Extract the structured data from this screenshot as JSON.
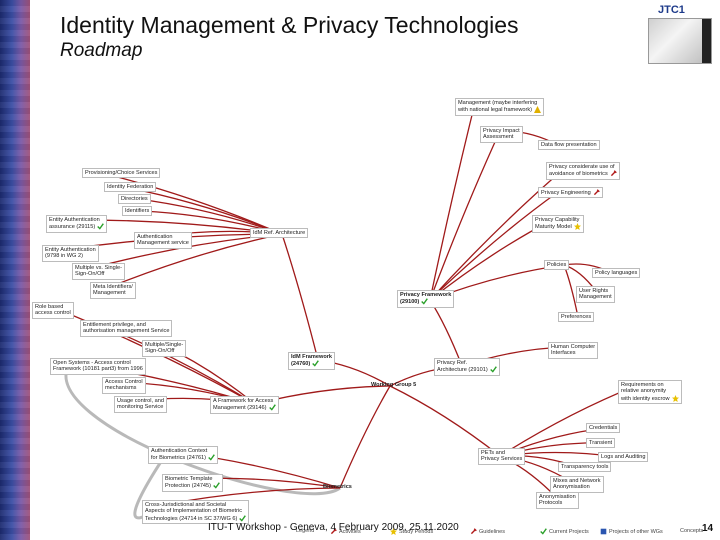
{
  "header": {
    "title": "Identity Management & Privacy Technologies",
    "subtitle": "Roadmap",
    "logo_text": "JTC1"
  },
  "nodes": [
    {
      "id": "n1",
      "text": "Management (maybe interfering\nwith national legal framework)",
      "icon": "warning"
    },
    {
      "id": "n2",
      "text": "Privacy Impact\nAssessment"
    },
    {
      "id": "n3",
      "text": "Data flow presentation"
    },
    {
      "id": "n4",
      "text": "Privacy considerate use of\navoidance of biometrics",
      "icon": "pin"
    },
    {
      "id": "n5",
      "text": "Privacy Engineering",
      "icon": "pin"
    },
    {
      "id": "n6",
      "text": "Privacy Capability\nMaturity Model",
      "icon": "star"
    },
    {
      "id": "n7",
      "text": "Provisioning/Choice Services"
    },
    {
      "id": "n8",
      "text": "Identity Federation"
    },
    {
      "id": "n9",
      "text": "Directories"
    },
    {
      "id": "n10",
      "text": "Identifiers"
    },
    {
      "id": "n11",
      "text": "Entity Authentication\nassurance (29115)",
      "icon": "check"
    },
    {
      "id": "n12",
      "text": "Authentication\nManagement service"
    },
    {
      "id": "n13",
      "text": "IdM Ref. Architecture"
    },
    {
      "id": "n14",
      "text": "Entity Authentication\n(9798 in WG 2)"
    },
    {
      "id": "n15",
      "text": "Multiple vs. Single-\nSign-On/Off"
    },
    {
      "id": "n16",
      "text": "Meta Identifiers/\nManagement"
    },
    {
      "id": "n17",
      "text": "Policies"
    },
    {
      "id": "n18",
      "text": "Policy languages"
    },
    {
      "id": "n19",
      "text": "User Rights\nManagement"
    },
    {
      "id": "n20",
      "text": "Privacy Framework\n(29100)",
      "bold": true,
      "icon": "check"
    },
    {
      "id": "n21",
      "text": "Role based\naccess control"
    },
    {
      "id": "n22",
      "text": "Preferences"
    },
    {
      "id": "n23",
      "text": "Entitlement privilege, and\nauthorisation management Service"
    },
    {
      "id": "n24",
      "text": "Multiple/Single-\nSign-On/Off"
    },
    {
      "id": "n25",
      "text": "Human Computer\nInterfaces"
    },
    {
      "id": "n26",
      "text": "Open Systems - Access control\nFramework (10181 part3) from 1996"
    },
    {
      "id": "n27",
      "text": "IdM Framework\n(24760)",
      "bold": true,
      "icon": "check"
    },
    {
      "id": "n28",
      "text": "Privacy Ref.\nArchitecture (29101)",
      "icon": "check"
    },
    {
      "id": "n29",
      "text": "Access Control\nmechanisms"
    },
    {
      "id": "n30",
      "text": "Working Group 5",
      "plain": true,
      "bold": true
    },
    {
      "id": "n31",
      "text": "Requirements on\nrelative anonymity\nwith identity escrow",
      "icon": "star"
    },
    {
      "id": "n32",
      "text": "Usage control, and\nmonitoring Service"
    },
    {
      "id": "n33",
      "text": "A Framework for Access\nManagement (29146)",
      "icon": "check"
    },
    {
      "id": "n34",
      "text": "Credentials"
    },
    {
      "id": "n35",
      "text": "Transient"
    },
    {
      "id": "n36",
      "text": "Authentication Context\nfor Biometrics (24761)",
      "icon": "check"
    },
    {
      "id": "n37",
      "text": "PETs and\nPrivacy Services"
    },
    {
      "id": "n38",
      "text": "Logs and Auditing"
    },
    {
      "id": "n39",
      "text": "Transparency tools"
    },
    {
      "id": "n40",
      "text": "Biometric Template\nProtection (24745)",
      "icon": "check"
    },
    {
      "id": "n41",
      "text": "Biometrics",
      "bold": true,
      "plain": true
    },
    {
      "id": "n42",
      "text": "Mixes and Network\nAnonymisation"
    },
    {
      "id": "n43",
      "text": "Cross-Jurisdictional and Societal\nAspects of Implementation of Biometric\nTechnologies (24714 in SC 37/WG 6)",
      "icon": "check"
    },
    {
      "id": "n44",
      "text": "Anonymisation\nProtocols"
    }
  ],
  "legend": [
    {
      "text": "Legend",
      "icon": "none"
    },
    {
      "text": "Activities",
      "icon": "pin"
    },
    {
      "text": "Study Periods",
      "icon": "star"
    },
    {
      "text": "Guidelines",
      "icon": "pin"
    },
    {
      "text": "Current Projects",
      "icon": "check"
    },
    {
      "text": "Projects of other WGs",
      "icon": "square"
    },
    {
      "text": "Concepts",
      "icon": "none"
    }
  ],
  "footer": {
    "text": "ITU-T Workshop - Geneva, 4 February 2009, 25.11.2020",
    "page": "14"
  },
  "colors": {
    "edge": "#a01a1a",
    "edge_gray": "#b9b9b9",
    "check": "#2aa02a",
    "warning": "#e0b000",
    "star": "#e8c000",
    "pin": "#b01818"
  }
}
